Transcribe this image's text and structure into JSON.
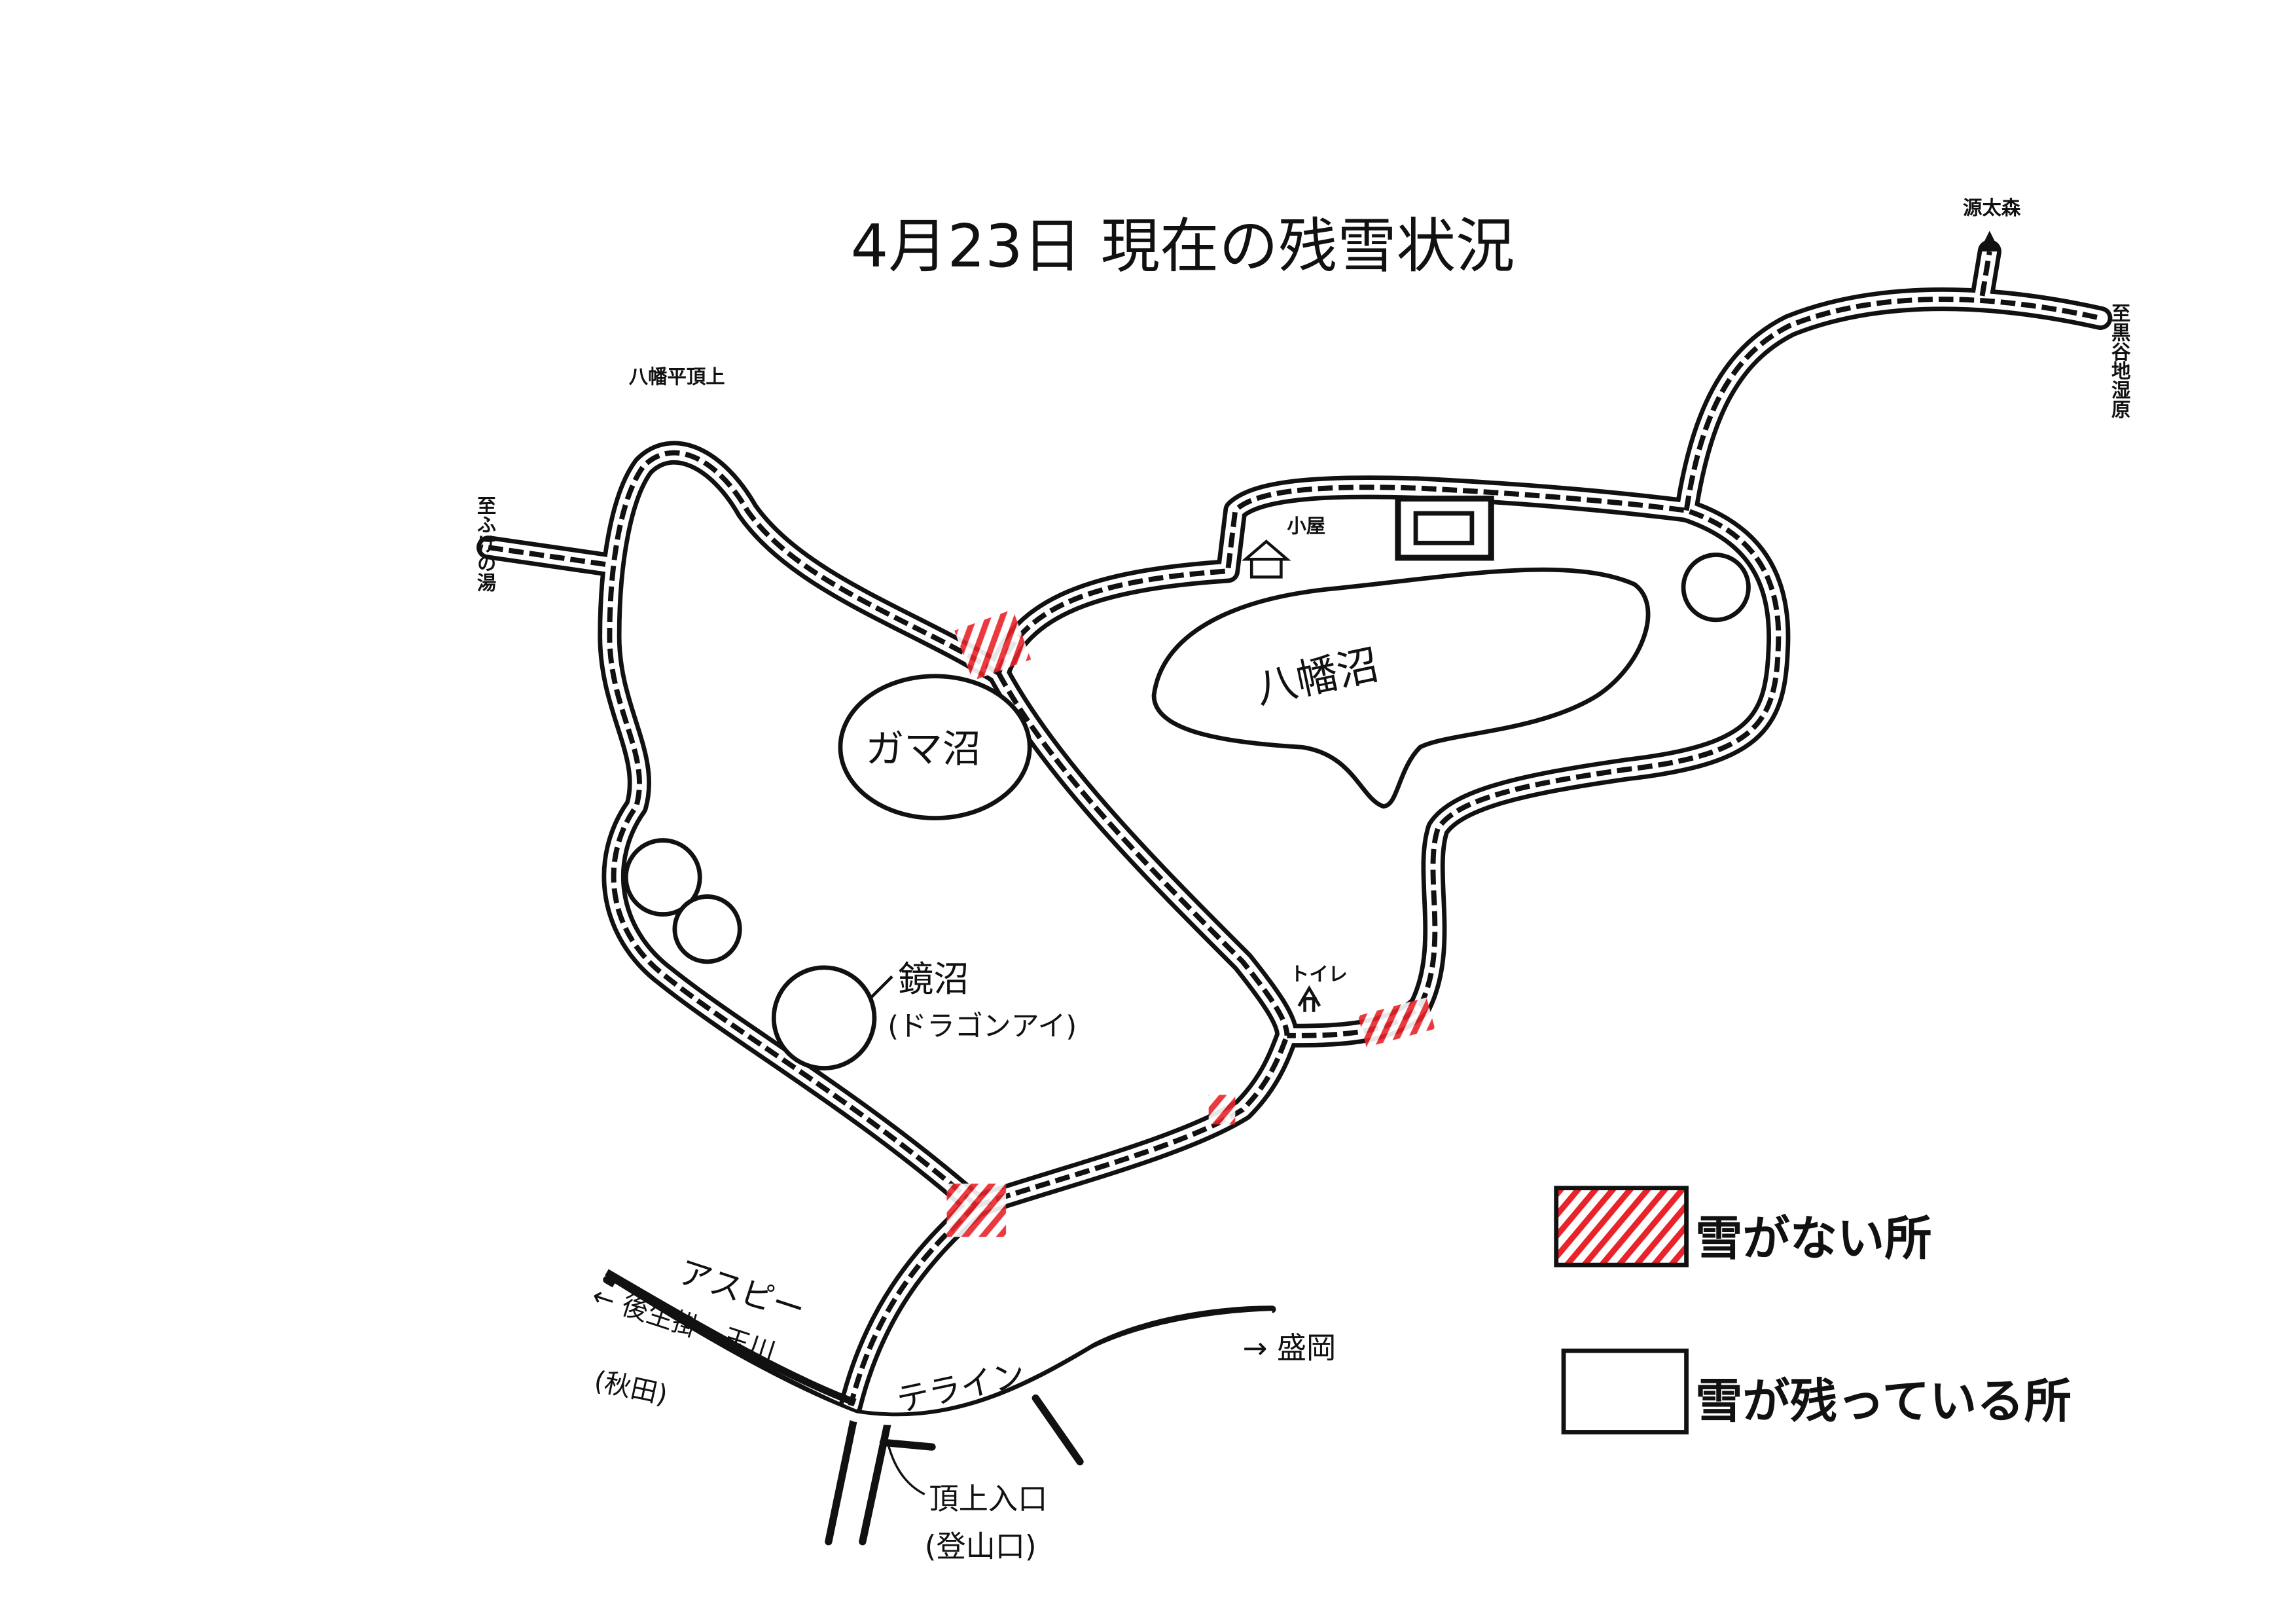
{
  "title": "4月23日 現在の残雪状況",
  "labels": {
    "gentamori": "源太森",
    "kurodani": "至黒谷地湿原",
    "summit": "八幡平頂上",
    "fukenoyu": "至ふけの湯",
    "hut": "小屋",
    "hachimantai_pond": "八幡沼",
    "gama_pond": "ガマ沼",
    "kagami_pond": "鏡沼",
    "dragon_eye": "(ドラゴンアイ)",
    "toilet": "トイレ",
    "aspite_1": "アスピー",
    "aspite_2": "テライン",
    "goshogake": "← 後生掛・玉川",
    "akita": "(秋田)",
    "morioka": "→ 盛岡",
    "trailhead": "頂上入口",
    "tozanguchi": "(登山口)"
  },
  "legend": [
    {
      "label": "雪がない所",
      "color": "#e8232a",
      "style": "red-hatched"
    },
    {
      "label": "雪が残っている所",
      "color": "#ffffff",
      "style": "blank"
    }
  ],
  "colors": {
    "snow_free": "#e8232a",
    "ink": "#111111"
  }
}
